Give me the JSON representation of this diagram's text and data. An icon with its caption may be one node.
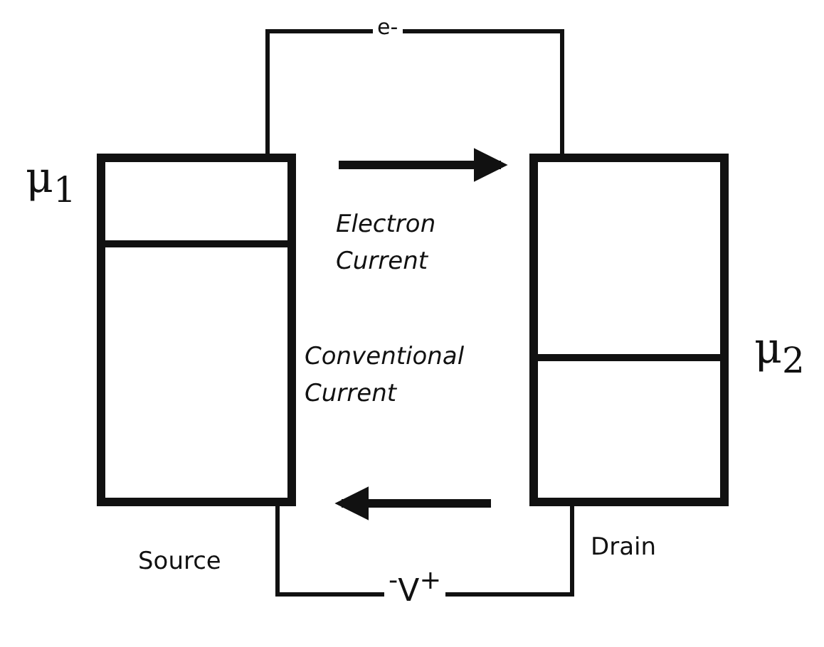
{
  "diagram": {
    "nodes": [
      {
        "text": [],
        "shape": "box",
        "beside": [
          "μ$_{1}$",
          "Source"
        ]
      },
      {
        "text": [],
        "shape": "box",
        "beside": [
          "μ$_{2}$",
          "Drain"
        ]
      }
    ],
    "edges": [
      {
        "from": 0,
        "to": 1,
        "arrow": "none",
        "label": "e-"
      },
      {
        "from": 0,
        "to": 1,
        "arrow": "none",
        "label": "$^{-}$V$^{+}$"
      },
      {
        "from": 0,
        "to": 1,
        "arrow": "to",
        "style": "thick",
        "label": "Electron Current"
      },
      {
        "from": 1,
        "to": 0,
        "arrow": "to",
        "style": "thick",
        "label": "Conventional Current"
      }
    ]
  }
}
